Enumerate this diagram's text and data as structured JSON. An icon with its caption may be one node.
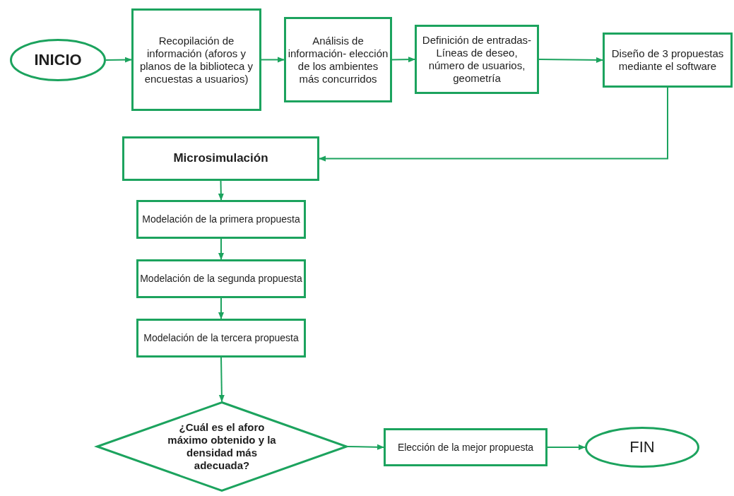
{
  "diagram": {
    "nodes": [
      {
        "text": [
          "INICIO"
        ]
      },
      {
        "text": [
          "Recopilación de información (aforos y planos de la biblioteca y encuestas a usuarios)"
        ]
      },
      {
        "text": [
          "Análisis de información- elección de los ambientes más concurridos"
        ]
      },
      {
        "text": [
          "Definición de entradas- Líneas de deseo, número de usuarios, geometría"
        ]
      },
      {
        "text": [
          "Diseño de 3 propuestas mediante el software"
        ]
      },
      {
        "text": [
          "Microsimulación"
        ]
      },
      {
        "text": [
          "Modelación de la primera propuesta"
        ]
      },
      {
        "text": [
          "Modelación de la segunda propuesta"
        ]
      },
      {
        "text": [
          "Modelación de la tercera propuesta"
        ]
      },
      {
        "text": [
          "¿Cuál es el aforo máximo obtenido y la densidad más adecuada?"
        ]
      },
      {
        "text": [
          "Elección de la mejor propuesta"
        ]
      },
      {
        "text": [
          "FIN"
        ]
      }
    ],
    "edges": [
      {
        "from": 0,
        "to": 1,
        "arrow": "to"
      },
      {
        "from": 1,
        "to": 2,
        "arrow": "to"
      },
      {
        "from": 2,
        "to": 3,
        "arrow": "to"
      },
      {
        "from": 3,
        "to": 4,
        "arrow": "to"
      },
      {
        "from": 4,
        "to": 5,
        "arrow": "to"
      },
      {
        "from": 5,
        "to": 6,
        "arrow": "to"
      },
      {
        "from": 6,
        "to": 7,
        "arrow": "to"
      },
      {
        "from": 7,
        "to": 8,
        "arrow": "to"
      },
      {
        "from": 8,
        "to": 9,
        "arrow": "to"
      },
      {
        "from": 9,
        "to": 10,
        "arrow": "to"
      },
      {
        "from": 10,
        "to": 11,
        "arrow": "to"
      }
    ]
  }
}
